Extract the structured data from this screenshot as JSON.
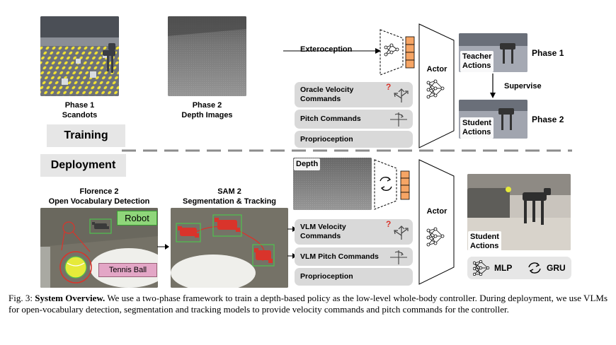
{
  "training": {
    "section_label": "Training",
    "phase1_title": "Phase 1",
    "phase1_subtitle": "Scandots",
    "phase2_title": "Phase 2",
    "phase2_subtitle": "Depth Images",
    "exteroception_label": "Exteroception",
    "commands": [
      {
        "label_line1": "Oracle Velocity",
        "label_line2": "Commands",
        "icon": "velocity-arrows-icon",
        "mark": "?"
      },
      {
        "label_line1": "Pitch Commands",
        "icon": "pitch-icon"
      },
      {
        "label_line1": "Proprioception"
      }
    ],
    "actor_label": "Actor",
    "teacher_line1": "Teacher",
    "teacher_line2": "Actions",
    "student_line1": "Student",
    "student_line2": "Actions",
    "phase_right_1": "Phase 1",
    "phase_right_2": "Phase 2",
    "supervise_label": "Supervise"
  },
  "deployment": {
    "section_label": "Deployment",
    "florence_title": "Florence 2",
    "florence_subtitle": "Open Vocabulary Detection",
    "sam_title": "SAM 2",
    "sam_subtitle": "Segmentation & Tracking",
    "robot_tag": "Robot",
    "ball_tag": "Tennis Ball",
    "depth_label": "Depth",
    "commands": [
      {
        "label_line1": "VLM Velocity",
        "label_line2": "Commands",
        "icon": "velocity-arrows-icon",
        "mark": "?"
      },
      {
        "label_line1": "VLM Pitch Commands",
        "icon": "pitch-icon"
      },
      {
        "label_line1": "Proprioception"
      }
    ],
    "actor_label": "Actor",
    "student_line1": "Student",
    "student_line2": "Actions"
  },
  "legend": {
    "mlp_label": "MLP",
    "mlp_icon": "neural-net-icon",
    "gru_label": "GRU",
    "gru_icon": "recurrent-arrows-icon"
  },
  "caption": {
    "prefix": "Fig. 3: ",
    "title": "System Overview.",
    "body": " We use a two-phase framework to train a depth-based policy as the low-level whole-body controller. During deployment, we use VLMs for open-vocabulary detection, segmentation and tracking models to provide velocity commands and pitch commands for the controller."
  },
  "colors": {
    "pill_bg": "#d9d9d9",
    "section_bg": "#e6e6e6",
    "feature_orange": "#f6a565",
    "scandot_yellow": "#f2e233",
    "detect_green": "#4fc24f",
    "robot_red": "#d9342b",
    "ball_tag_pink": "#e3a6c6",
    "robot_tag_green": "#8fd67a"
  }
}
